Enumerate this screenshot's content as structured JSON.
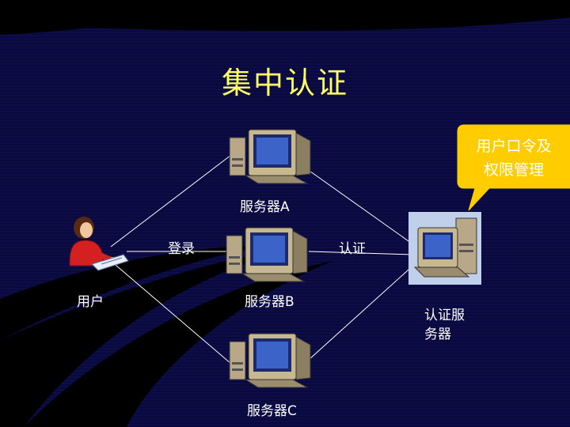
{
  "title": "集中认证",
  "labels": {
    "server_a": "服务器A",
    "server_b": "服务器B",
    "server_c": "服务器C",
    "user": "用户",
    "login": "登录",
    "auth": "认证",
    "auth_server_line1": "认证服",
    "auth_server_line2": "务器"
  },
  "callout": {
    "line1": "用户口令及",
    "line2": "权限管理"
  },
  "colors": {
    "title": "#ffff66",
    "callout_fill": "#ffcc00",
    "background": "#0b0b45",
    "lines": "#ffffff"
  },
  "icons": [
    "server-a-icon",
    "server-b-icon",
    "server-c-icon",
    "auth-server-icon",
    "user-icon"
  ]
}
